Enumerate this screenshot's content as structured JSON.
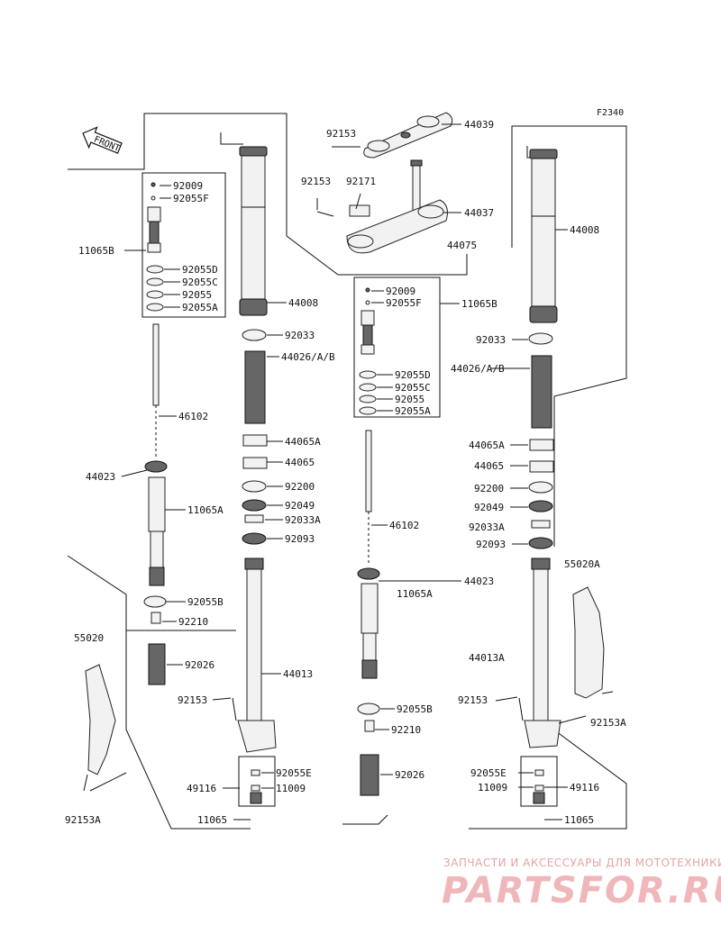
{
  "figure_code": "F2340",
  "front_label": "FRONT",
  "labels": {
    "l_44039": "44039",
    "l_92153_top": "92153",
    "l_92153_mid": "92153",
    "l_92171": "92171",
    "l_44037": "44037",
    "l_44075": "44075",
    "l_44008_right": "44008",
    "l_92009_left": "92009",
    "l_92055F_left": "92055F",
    "l_11065B_left": "11065B",
    "l_92055D_left": "92055D",
    "l_92055C_left": "92055C",
    "l_92055_left": "92055",
    "l_92055A_left": "92055A",
    "l_44008_left": "44008",
    "l_92009_mid": "92009",
    "l_92055F_mid": "92055F",
    "l_11065B_mid": "11065B",
    "l_92055D_mid": "92055D",
    "l_92055C_mid": "92055C",
    "l_92055_mid": "92055",
    "l_92055A_mid": "92055A",
    "l_92033_left": "92033",
    "l_44026_left": "44026/A/B",
    "l_46102_left": "46102",
    "l_44065A_left": "44065A",
    "l_44065_left": "44065",
    "l_44023_left": "44023",
    "l_92200_left": "92200",
    "l_92049_left": "92049",
    "l_11065A_left": "11065A",
    "l_92033A_left": "92033A",
    "l_92093_left": "92093",
    "l_92055B_left": "92055B",
    "l_92210_left": "92210",
    "l_55020": "55020",
    "l_92026_left": "92026",
    "l_44013_left": "44013",
    "l_92153_lower_left": "92153",
    "l_92055E_left": "92055E",
    "l_49116_left": "49116",
    "l_11009_left": "11009",
    "l_11065_left": "11065",
    "l_92153A_left": "92153A",
    "l_92033_right": "92033",
    "l_44026_right": "44026/A/B",
    "l_44065A_right": "44065A",
    "l_44065_right": "44065",
    "l_92200_right": "92200",
    "l_92049_right": "92049",
    "l_46102_mid": "46102",
    "l_92033A_right": "92033A",
    "l_92093_right": "92093",
    "l_55020A": "55020A",
    "l_44023_mid": "44023",
    "l_11065A_mid": "11065A",
    "l_44013A": "44013A",
    "l_92153_lower_right": "92153",
    "l_92153A_right": "92153A",
    "l_92055B_mid": "92055B",
    "l_92210_mid": "92210",
    "l_92026_mid": "92026",
    "l_92055E_right": "92055E",
    "l_49116_right": "49116",
    "l_11009_right": "11009",
    "l_11065_right": "11065"
  },
  "watermark": {
    "tagline": "ЗАПЧАСТИ И АКСЕССУАРЫ ДЛЯ МОТОТЕХНИКИ",
    "brand": "PARTSFOR.RU"
  }
}
